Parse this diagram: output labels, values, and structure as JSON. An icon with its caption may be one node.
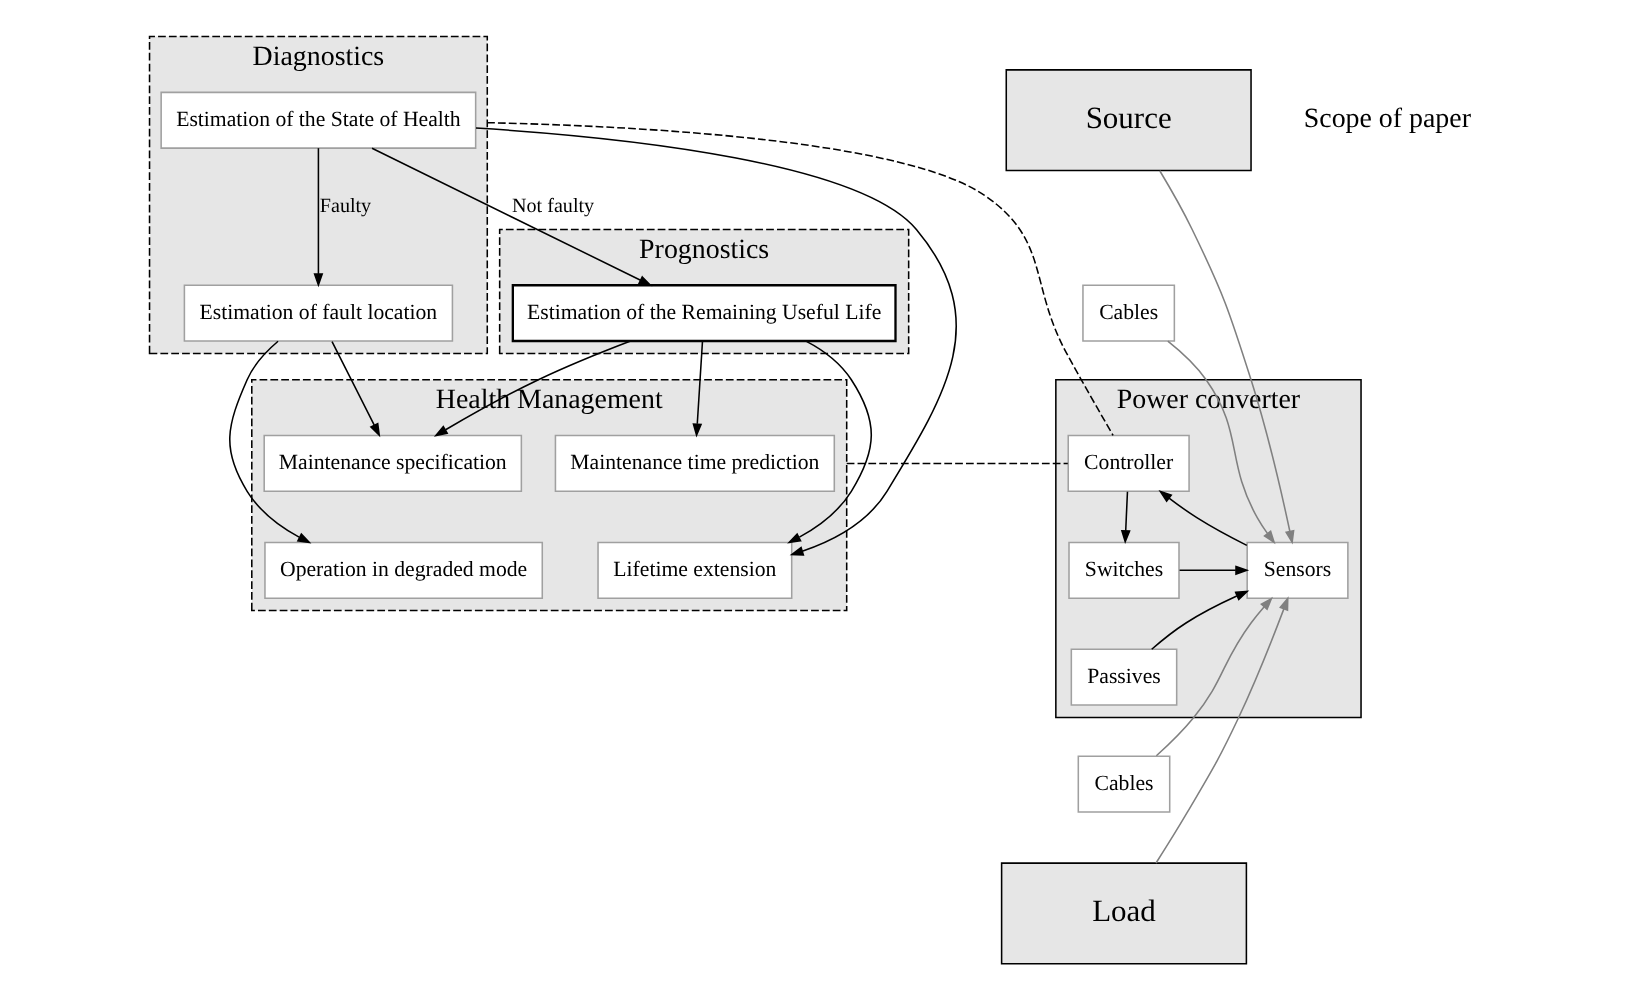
{
  "diagram": {
    "nodes": [
      {
        "text": [
          "Diagnostics"
        ]
      },
      {
        "text": [
          "Estimation of the State of Health"
        ],
        "in": 0
      },
      {
        "text": [
          "Prognostics"
        ]
      },
      {
        "text": [
          "Estimation of the Remaining Useful Life"
        ],
        "in": 2
      },
      {
        "text": [
          "Estimation of fault location"
        ],
        "in": 0
      },
      {
        "text": [
          "Health Management"
        ]
      },
      {
        "text": [
          "Maintenance time prediction"
        ],
        "in": 5
      },
      {
        "text": [
          "Maintenance specification"
        ],
        "in": 5
      },
      {
        "text": [
          "Lifetime extension"
        ],
        "in": 5
      },
      {
        "text": [
          "Operation in degraded mode"
        ],
        "in": 5
      },
      {
        "text": [
          "Source"
        ]
      },
      {
        "text": [
          "Cables"
        ]
      },
      {
        "text": [
          "Power converter"
        ]
      },
      {
        "text": [
          "Controller"
        ],
        "in": 12
      },
      {
        "text": [
          "Switches"
        ],
        "in": 12
      },
      {
        "text": [
          "Sensors"
        ],
        "in": 12
      },
      {
        "text": [
          "Passives"
        ],
        "in": 12
      },
      {
        "text": [
          "Cables"
        ]
      },
      {
        "text": [
          "Load"
        ]
      }
    ],
    "edges": [
      {
        "from": 1,
        "to": 3,
        "arrow": "to",
        "label": "Not faulty"
      },
      {
        "from": 1,
        "to": 4,
        "arrow": "to",
        "label": "Faulty"
      },
      {
        "from": 1,
        "to": 8,
        "arrow": "to"
      },
      {
        "from": 3,
        "to": 6,
        "arrow": "to"
      },
      {
        "from": 3,
        "to": 7,
        "arrow": "to"
      },
      {
        "from": 3,
        "to": 8,
        "arrow": "to"
      },
      {
        "from": 4,
        "to": 7,
        "arrow": "to"
      },
      {
        "from": 4,
        "to": 9,
        "arrow": "to"
      },
      {
        "from": 10,
        "to": 15,
        "arrow": "to",
        "color": "#808080"
      },
      {
        "from": 11,
        "to": 15,
        "arrow": "to",
        "color": "#808080"
      },
      {
        "from": 13,
        "to": 14,
        "arrow": "to"
      },
      {
        "from": 14,
        "to": 15,
        "arrow": "to"
      },
      {
        "from": 15,
        "to": 13,
        "arrow": "to"
      },
      {
        "from": 16,
        "to": 15,
        "arrow": "to"
      },
      {
        "from": 17,
        "to": 15,
        "arrow": "to",
        "color": "#808080"
      },
      {
        "from": 18,
        "to": 15,
        "arrow": "to",
        "color": "#808080"
      },
      {
        "from": 0,
        "to": 13,
        "arrow": "none",
        "style": "dashed"
      },
      {
        "from": 5,
        "to": 13,
        "arrow": "none",
        "style": "dashed"
      }
    ],
    "labels": [
      "Scope of paper"
    ]
  }
}
